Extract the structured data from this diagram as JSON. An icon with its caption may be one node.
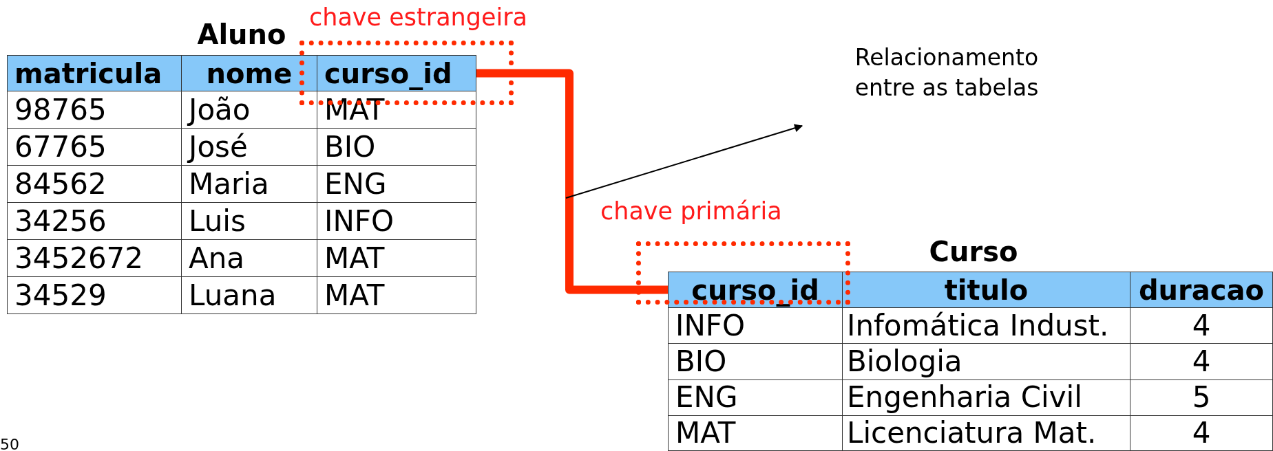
{
  "diagram": {
    "nodes": [
      {
        "text": [
          "Aluno"
        ]
      },
      {
        "text": [
          "matricula"
        ],
        "in": 0
      },
      {
        "text": [
          "nome"
        ],
        "in": 0
      },
      {
        "text": [
          "curso_id"
        ],
        "in": 0
      },
      {
        "text": [
          "Relacionamento entre as tabelas"
        ]
      },
      {
        "text": [
          "Curso"
        ]
      },
      {
        "text": [
          "curso_id"
        ],
        "in": 5
      },
      {
        "text": [
          "titulo"
        ],
        "in": 5
      },
      {
        "text": [
          "duracao"
        ],
        "in": 5
      }
    ],
    "edges": [
      {
        "from": 3,
        "to": 6,
        "arrow": "none",
        "style": "thick",
        "color": "#ff2a00"
      },
      {
        "from": null,
        "to": 4,
        "arrow": "to",
        "color": "#000000"
      }
    ],
    "labels": [
      "chave estrangeira",
      "98765",
      "João",
      "MAT",
      "67765",
      "José",
      "BIO",
      "84562",
      "Maria",
      "ENG",
      "34256",
      "Luis",
      "INFO",
      "3452672",
      "Ana",
      "MAT",
      "34529",
      "Luana",
      "MAT",
      "chave primária",
      "INFO",
      "Infomática Indust.",
      "4",
      "BIO",
      "Biologia",
      "4",
      "ENG",
      "Engenharia Civil",
      "5",
      "MAT",
      "Licenciatura Mat.",
      "4",
      "50"
    ]
  }
}
